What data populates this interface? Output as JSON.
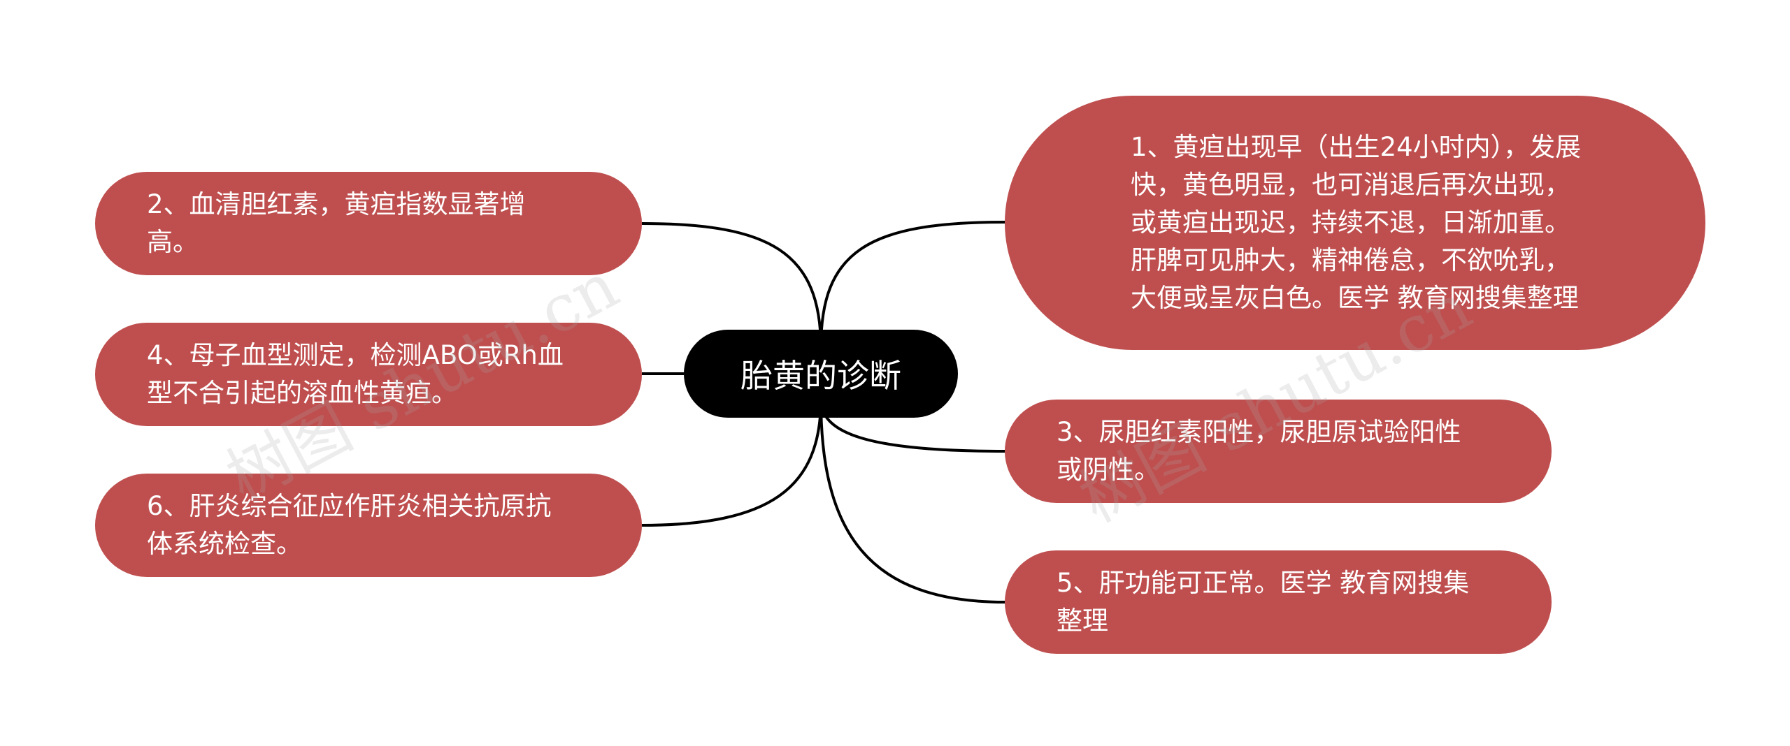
{
  "central": {
    "label": "胎黄的诊断"
  },
  "branches": [
    {
      "id": 1,
      "side": "right",
      "text": "1、黄疸出现早（出生24小时内），发展快，黄色明显，也可消退后再次出现，或黄疸出现迟，持续不退，日渐加重。肝脾可见肿大，精神倦怠，不欲吮乳，大便或呈灰白色。医学 教育网搜集整理"
    },
    {
      "id": 2,
      "side": "left",
      "text": "2、血清胆红素，黄疸指数显著增高。"
    },
    {
      "id": 3,
      "side": "right",
      "text": "3、尿胆红素阳性，尿胆原试验阳性或阴性。"
    },
    {
      "id": 4,
      "side": "left",
      "text": "4、母子血型测定，检测ABO或Rh血型不合引起的溶血性黄疸。"
    },
    {
      "id": 5,
      "side": "right",
      "text": "5、肝功能可正常。医学 教育网搜集整理"
    },
    {
      "id": 6,
      "side": "left",
      "text": "6、肝炎综合征应作肝炎相关抗原抗体系统检查。"
    }
  ],
  "watermarks": [
    "树图 shutu.cn",
    "树图 shutu.cn"
  ],
  "colors": {
    "branch_fill": "#bf4f4f",
    "central_fill": "#000000",
    "connector": "#000000",
    "text": "#ffffff",
    "background": "#ffffff"
  }
}
